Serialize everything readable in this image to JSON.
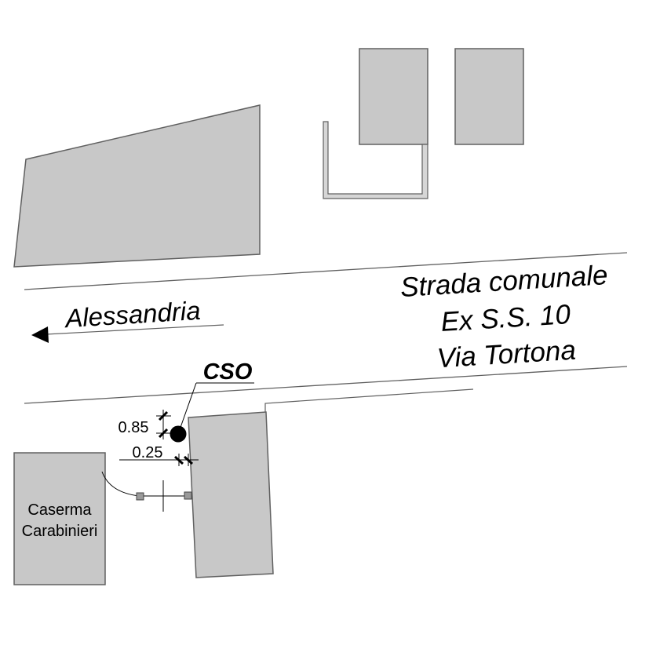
{
  "map": {
    "road_name_line1": "Strada comunale",
    "road_name_line2": "Ex S.S. 10",
    "road_name_line3": "Via Tortona",
    "direction_label": "Alessandria",
    "cso_label": "CSO",
    "dimension_distance": "0.85",
    "dimension_distance_2": "0.25",
    "building_label_line1": "Caserma",
    "building_label_line2": "Carabinieri",
    "colors": {
      "building_fill": "#c8c8c8",
      "line": "#000000",
      "outline": "#606060",
      "background": "#ffffff"
    }
  }
}
